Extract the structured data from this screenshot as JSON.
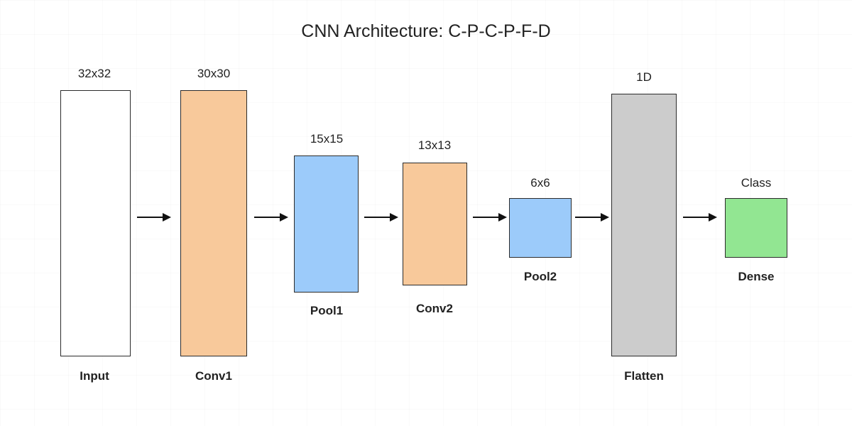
{
  "title": "CNN Architecture: C-P-C-P-F-D",
  "colors": {
    "input": "#ffffff",
    "conv": "#f8c99b",
    "pool": "#9ccbfa",
    "flatten": "#cccccc",
    "dense": "#92e692",
    "border": "#2b2b2b",
    "arrow": "#111111"
  },
  "layers": [
    {
      "id": "input",
      "name": "Input",
      "dim": "32x32"
    },
    {
      "id": "conv1",
      "name": "Conv1",
      "dim": "30x30"
    },
    {
      "id": "pool1",
      "name": "Pool1",
      "dim": "15x15"
    },
    {
      "id": "conv2",
      "name": "Conv2",
      "dim": "13x13"
    },
    {
      "id": "pool2",
      "name": "Pool2",
      "dim": "6x6"
    },
    {
      "id": "flatten",
      "name": "Flatten",
      "dim": "1D"
    },
    {
      "id": "dense",
      "name": "Dense",
      "dim": "Class"
    }
  ],
  "arrow_icon": "right-arrow-icon"
}
